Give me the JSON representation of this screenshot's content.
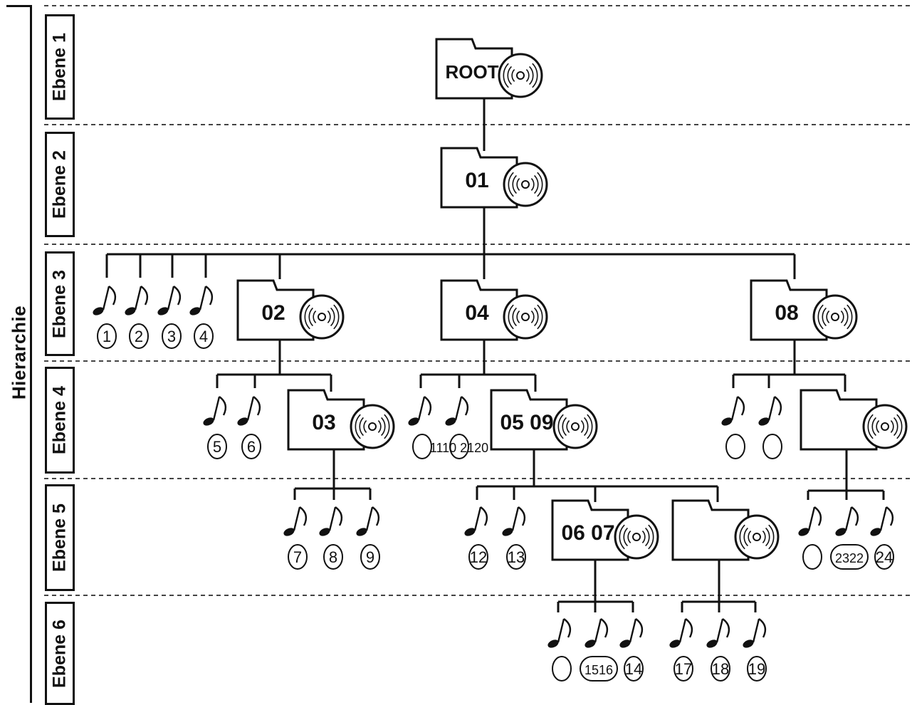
{
  "sidebar": {
    "hierarchy_label": "Hierarchie",
    "levels": [
      "Ebene 1",
      "Ebene 2",
      "Ebene 3",
      "Ebene 4",
      "Ebene 5",
      "Ebene 6"
    ]
  },
  "folders": [
    {
      "id": "root",
      "label": "ROOT"
    },
    {
      "id": "f01",
      "label": "01"
    },
    {
      "id": "f02",
      "label": "02"
    },
    {
      "id": "f04",
      "label": "04"
    },
    {
      "id": "f08",
      "label": "08"
    },
    {
      "id": "f03",
      "label": "03"
    },
    {
      "id": "f0509",
      "label": "05 09"
    },
    {
      "id": "f08sub",
      "label": ""
    },
    {
      "id": "f0607",
      "label": "06 07"
    },
    {
      "id": "f05sub",
      "label": ""
    }
  ],
  "tracks": [
    {
      "id": "t1",
      "label": "1"
    },
    {
      "id": "t2",
      "label": "2"
    },
    {
      "id": "t3",
      "label": "3"
    },
    {
      "id": "t4",
      "label": "4"
    },
    {
      "id": "t5",
      "label": "5"
    },
    {
      "id": "t6",
      "label": "6"
    },
    {
      "id": "t04a",
      "label": ""
    },
    {
      "id": "t04b",
      "label": "1110 2120"
    },
    {
      "id": "t08a",
      "label": ""
    },
    {
      "id": "t08b",
      "label": ""
    },
    {
      "id": "t7",
      "label": "7"
    },
    {
      "id": "t8",
      "label": "8"
    },
    {
      "id": "t9",
      "label": "9"
    },
    {
      "id": "t12",
      "label": "12"
    },
    {
      "id": "t13",
      "label": "13"
    },
    {
      "id": "t08sa",
      "label": ""
    },
    {
      "id": "t08sb",
      "label": "2322"
    },
    {
      "id": "t08sc",
      "label": "24"
    },
    {
      "id": "t06a",
      "label": ""
    },
    {
      "id": "t06b",
      "label": "1516"
    },
    {
      "id": "t06c",
      "label": "14"
    },
    {
      "id": "t17",
      "label": "17"
    },
    {
      "id": "t18",
      "label": "18"
    },
    {
      "id": "t19",
      "label": "19"
    }
  ]
}
